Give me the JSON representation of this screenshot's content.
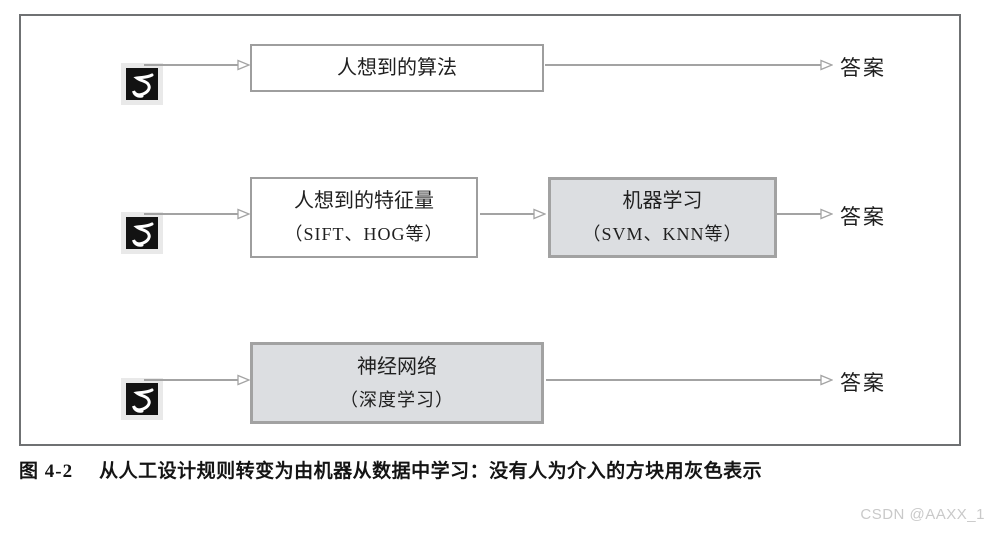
{
  "diagram": {
    "rows": [
      {
        "input_icon": "handwritten-digit-5",
        "boxes": [
          {
            "variant": "white",
            "lines": [
              "人想到的算法",
              ""
            ]
          }
        ],
        "output_label": "答案"
      },
      {
        "input_icon": "handwritten-digit-5",
        "boxes": [
          {
            "variant": "white",
            "lines": [
              "人想到的特征量",
              "（SIFT、HOG等）"
            ]
          },
          {
            "variant": "gray",
            "lines": [
              "机器学习",
              "（SVM、KNN等）"
            ]
          }
        ],
        "output_label": "答案"
      },
      {
        "input_icon": "handwritten-digit-5",
        "boxes": [
          {
            "variant": "gray",
            "lines": [
              "神经网络",
              "（深度学习）"
            ]
          }
        ],
        "output_label": "答案"
      }
    ]
  },
  "caption": {
    "figure_label": "图 4-2",
    "text": "从人工设计规则转变为由机器从数据中学习：没有人为介入的方块用灰色表示"
  },
  "watermark": "CSDN @AAXX_1",
  "colors": {
    "frame_border": "#6f7173",
    "white_box_border": "#9e9e9e",
    "gray_box_fill": "#dcdee1",
    "gray_box_border": "#a2a2a2",
    "arrow": "#a3a3a3",
    "watermark": "#c9c9c9"
  }
}
